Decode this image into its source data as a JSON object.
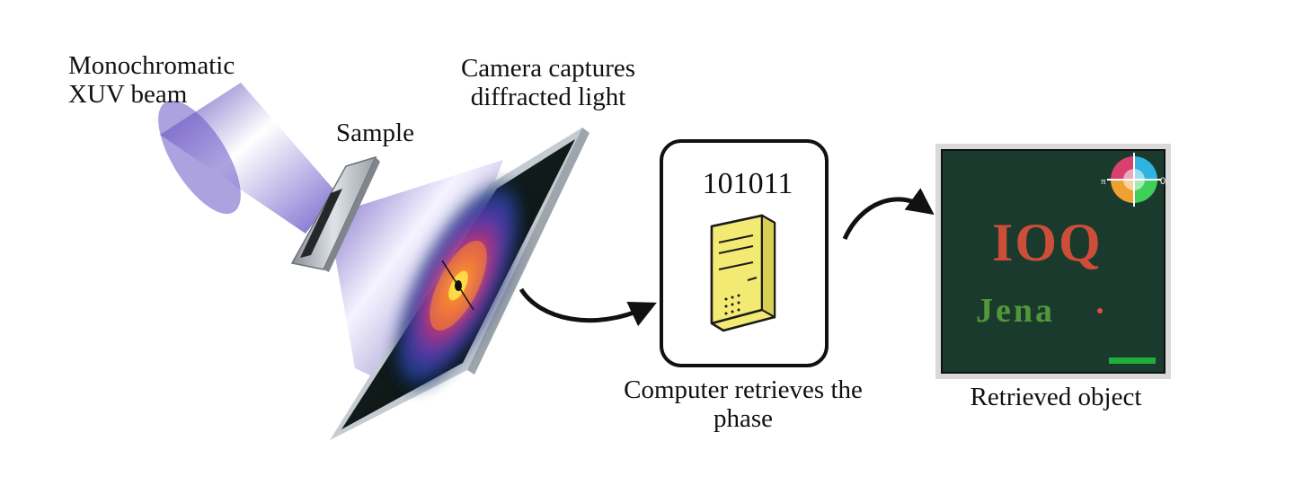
{
  "labels": {
    "beam_line1": "Monochromatic",
    "beam_line2": "XUV beam",
    "sample": "Sample",
    "camera_line1": "Camera captures",
    "camera_line2": "diffracted light",
    "computer_line1": "Computer retrieves the",
    "computer_line2": "phase",
    "retrieved": "Retrieved object"
  },
  "computer_binary": "101011",
  "retrieved_image": {
    "text_line1": "IOQ",
    "text_line2": "Jena",
    "phase_wheel_left": "π",
    "phase_wheel_right": "0"
  },
  "colors": {
    "beam": "#6f5cc4",
    "camera_frame": "#b7bdc4",
    "computer_body": "#f2ea72",
    "retrieved_bg": "#1a3a2e",
    "retrieved_text": "#e0503a",
    "jena_text": "#5ea83a",
    "scale_bar": "#1fae3a"
  }
}
